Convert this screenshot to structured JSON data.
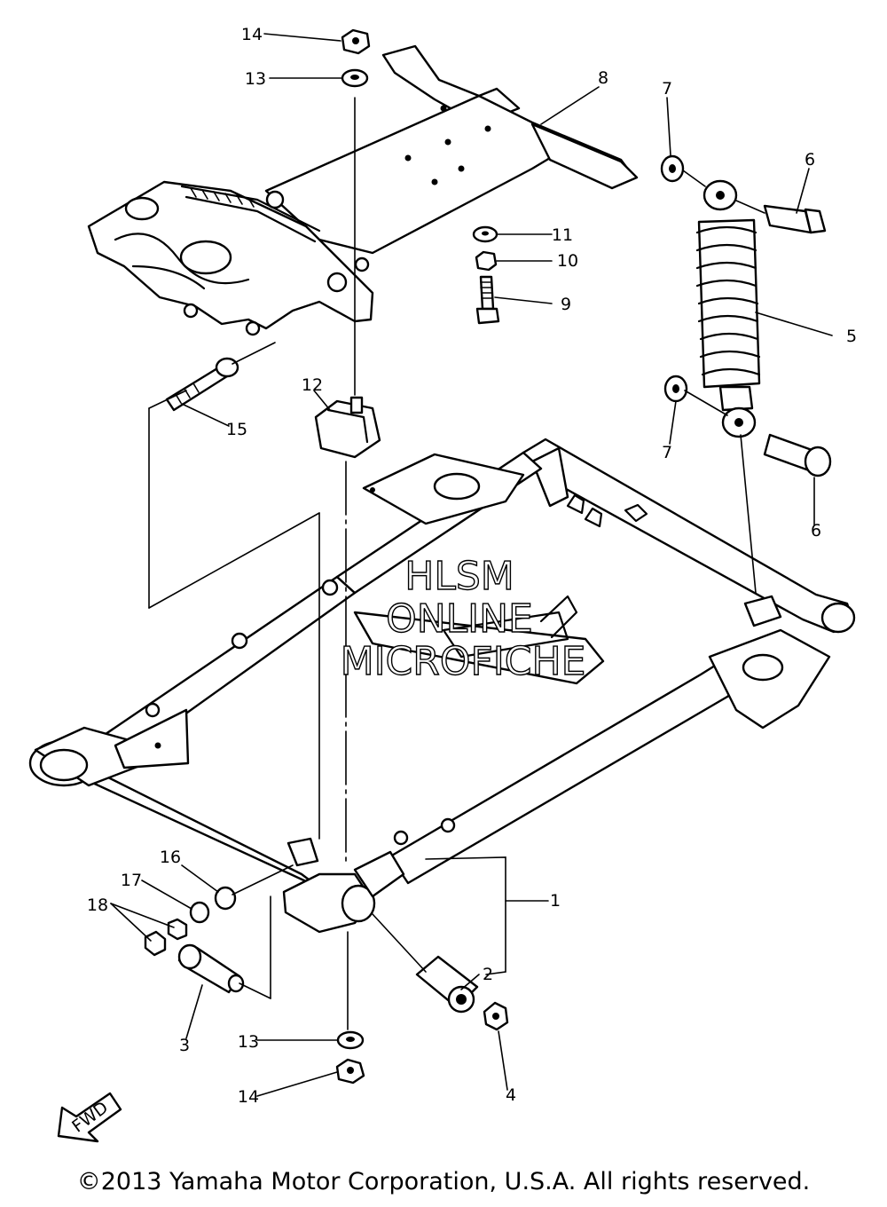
{
  "callouts": {
    "c1": "1",
    "c2": "2",
    "c3": "3",
    "c4": "4",
    "c5": "5",
    "c6a": "6",
    "c6b": "6",
    "c7a": "7",
    "c7b": "7",
    "c8": "8",
    "c9": "9",
    "c10": "10",
    "c11": "11",
    "c12": "12",
    "c13a": "13",
    "c13b": "13",
    "c14a": "14",
    "c14b": "14",
    "c15": "15",
    "c16": "16",
    "c17": "17",
    "c18": "18"
  },
  "watermark": {
    "line1": "HLSM",
    "line2": "ONLINE",
    "line3": "MICROFICHE"
  },
  "fwd_label": "FWD",
  "copyright": "©2013 Yamaha Motor Corporation, U.S.A. All rights reserved."
}
